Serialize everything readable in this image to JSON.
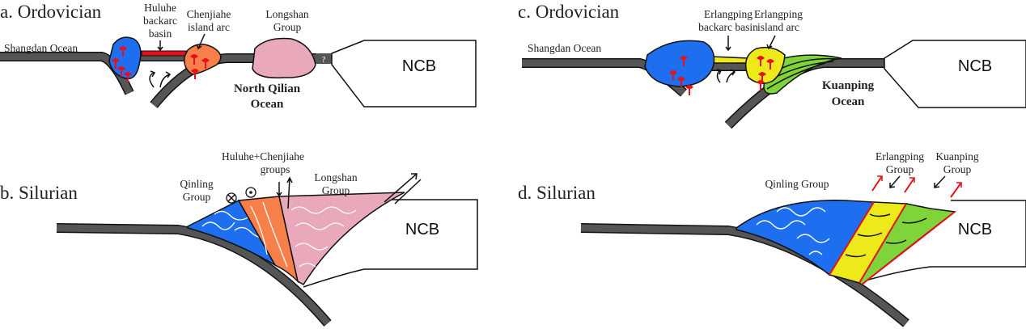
{
  "panel_a": {
    "title": "a. Ordovician",
    "shangdan": "Shangdan Ocean",
    "huluhe": [
      "Huluhe",
      "backarc",
      "basin"
    ],
    "chenjiahe": [
      "Chenjiahe",
      "island arc"
    ],
    "longshan": [
      "Longshan",
      "Group"
    ],
    "ocean": [
      "North Qilian",
      "Ocean"
    ],
    "question": "?",
    "ncb": "NCB"
  },
  "panel_b": {
    "title": "b. Silurian",
    "qinling": [
      "Qinling",
      "Group"
    ],
    "huluhe_chenjiahe": [
      "Huluhe+Chenjiahe",
      "groups"
    ],
    "longshan": [
      "Longshan",
      "Group"
    ],
    "ncb": "NCB"
  },
  "panel_c": {
    "title": "c. Ordovician",
    "shangdan": "Shangdan Ocean",
    "backarc": [
      "Erlangping",
      "backarc basin"
    ],
    "arc": [
      "Erlangping",
      "island arc"
    ],
    "ocean": [
      "Kuanping",
      "Ocean"
    ],
    "ncb": "NCB"
  },
  "panel_d": {
    "title": "d. Silurian",
    "qinling": "Qinling Group",
    "erlangping": [
      "Erlangping",
      "Group"
    ],
    "kuanping": [
      "Kuanping",
      "Group"
    ],
    "ncb": "NCB"
  },
  "colors": {
    "slab": "#555555",
    "blue": "#1e6ff0",
    "orange": "#f7804a",
    "pink": "#eaa9bb",
    "yellow": "#eeea1a",
    "green": "#7fd43a",
    "red": "#e8101a"
  }
}
